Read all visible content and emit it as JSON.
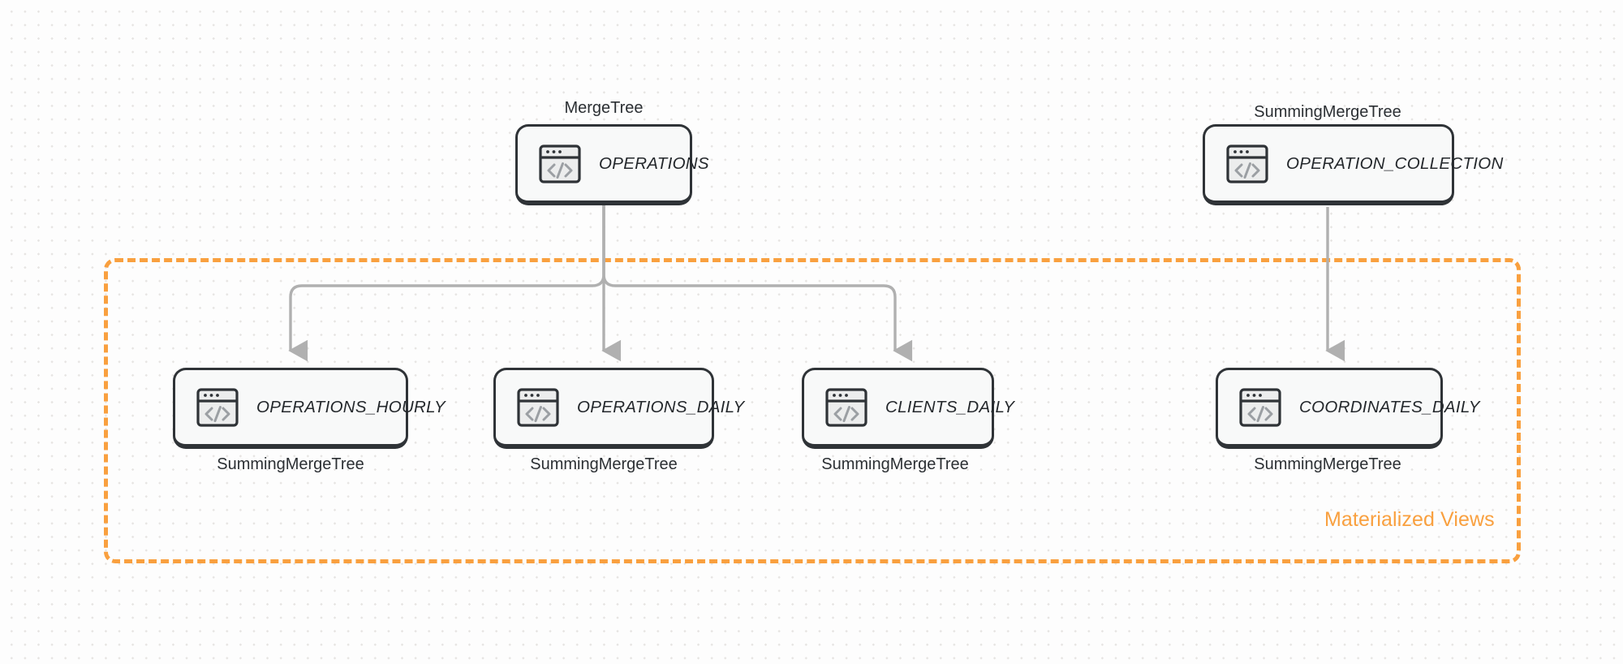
{
  "diagram": {
    "title": "ClickHouse table and materialized view lineage",
    "background_color": "#fdfdfd",
    "accent_color": "#f9a03f",
    "node_border_color": "#2f3337",
    "node_fill_color": "#f8f9f9",
    "edge_color": "#b0b0b0"
  },
  "group": {
    "label": "Materialized Views",
    "color": "#f9a03f",
    "style": "dashed"
  },
  "nodes": [
    {
      "id": "operations",
      "label": "OPERATIONS",
      "engine": "MergeTree",
      "engine_position": "above",
      "icon": "code-window-icon",
      "row": "source"
    },
    {
      "id": "operation_collection",
      "label": "OPERATION_COLLECTION",
      "engine": "SummingMergeTree",
      "engine_position": "above",
      "icon": "code-window-icon",
      "row": "source"
    },
    {
      "id": "operations_hourly",
      "label": "OPERATIONS_HOURLY",
      "engine": "SummingMergeTree",
      "engine_position": "below",
      "icon": "code-window-icon",
      "row": "materialized-view"
    },
    {
      "id": "operations_daily",
      "label": "OPERATIONS_DAILY",
      "engine": "SummingMergeTree",
      "engine_position": "below",
      "icon": "code-window-icon",
      "row": "materialized-view"
    },
    {
      "id": "clients_daily",
      "label": "CLIENTS_DAILY",
      "engine": "SummingMergeTree",
      "engine_position": "below",
      "icon": "code-window-icon",
      "row": "materialized-view"
    },
    {
      "id": "coordinates_daily",
      "label": "COORDINATES_DAILY",
      "engine": "SummingMergeTree",
      "engine_position": "below",
      "icon": "code-window-icon",
      "row": "materialized-view"
    }
  ],
  "edges": [
    {
      "from": "operations",
      "to": "operations_hourly",
      "style": "elbow-left"
    },
    {
      "from": "operations",
      "to": "operations_daily",
      "style": "straight"
    },
    {
      "from": "operations",
      "to": "clients_daily",
      "style": "elbow-right"
    },
    {
      "from": "operation_collection",
      "to": "coordinates_daily",
      "style": "straight"
    }
  ]
}
